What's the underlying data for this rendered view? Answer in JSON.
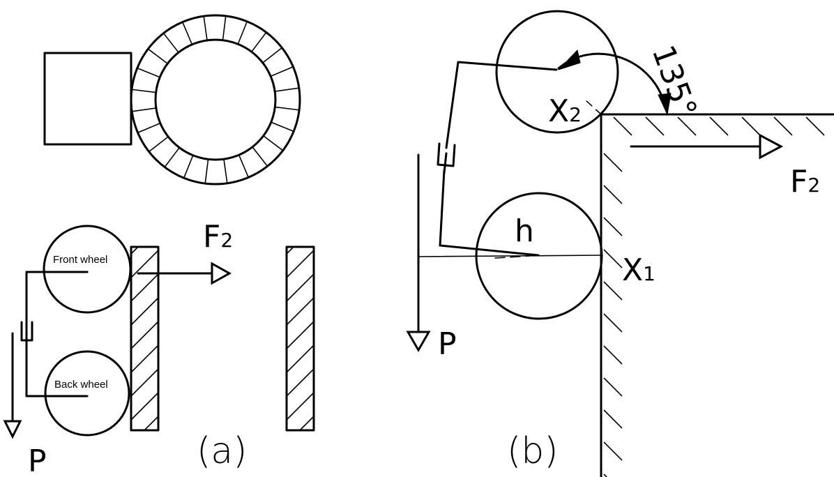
{
  "panel_a": {
    "front_wheel_label": "Front wheel",
    "back_wheel_label": "Back wheel",
    "force_symbol": "F",
    "force_subscript": "2",
    "load_label": "P",
    "caption": "(a)"
  },
  "panel_b": {
    "height_label": "h",
    "contact_1_symbol": "X",
    "contact_1_subscript": "1",
    "contact_2_symbol": "X",
    "contact_2_subscript": "2",
    "angle_label": "135°",
    "force_symbol": "F",
    "force_subscript": "2",
    "load_label": "P",
    "caption": "(b)"
  }
}
